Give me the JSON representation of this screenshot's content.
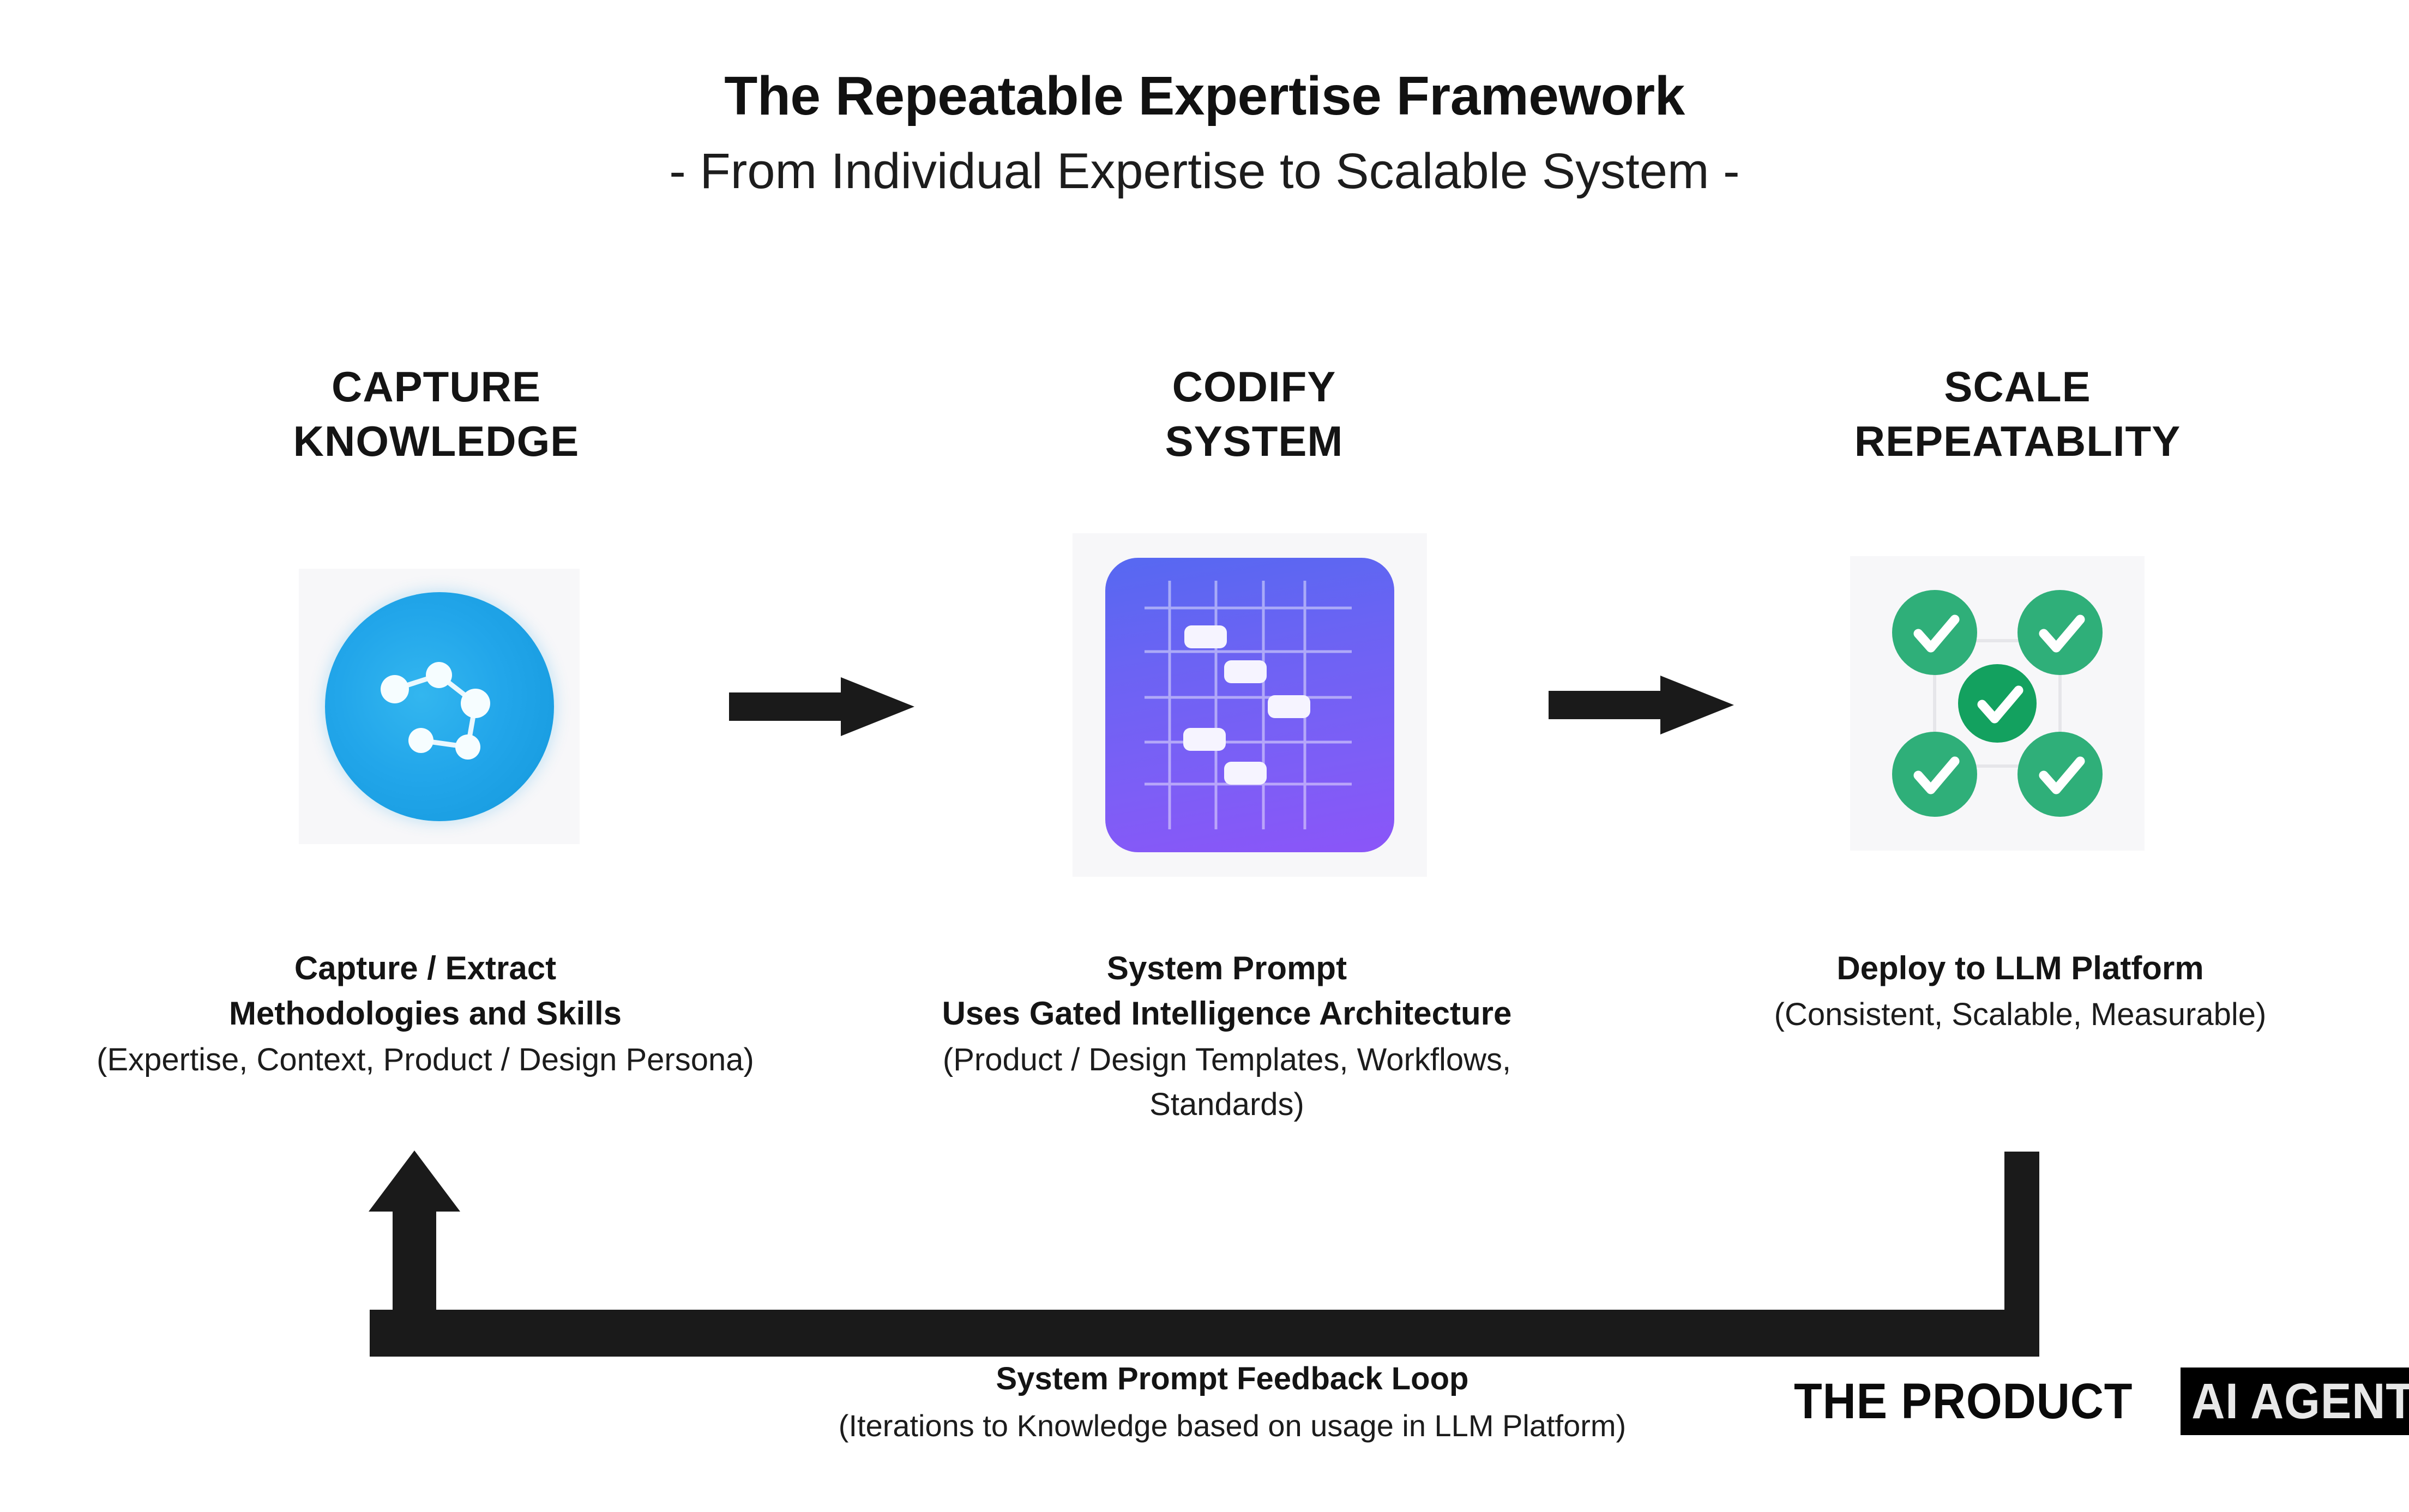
{
  "title": {
    "main": "The Repeatable Expertise Framework",
    "subtitle": "- From Individual Expertise to Scalable System -"
  },
  "stages": [
    {
      "id": "capture",
      "heading": "CAPTURE\nKNOWLEDGE",
      "icon_name": "network-sphere-icon",
      "caption_bold": "Capture / Extract\nMethodologies and Skills",
      "caption_sub": "(Expertise, Context, Product / Design Persona)"
    },
    {
      "id": "codify",
      "heading": "CODIFY\nSYSTEM",
      "icon_name": "purple-grid-card-icon",
      "caption_bold": "System Prompt\nUses Gated Intelligence Architecture",
      "caption_sub": "(Product / Design Templates, Workflows, Standards)"
    },
    {
      "id": "scale",
      "heading": "SCALE\nREPEATABLITY",
      "icon_name": "green-checkmarks-grid-icon",
      "caption_bold": "Deploy to LLM Platform",
      "caption_sub": "(Consistent, Scalable, Measurable)"
    }
  ],
  "arrows": {
    "flow_1_name": "right-arrow-icon",
    "flow_2_name": "right-arrow-icon",
    "feedback_name": "feedback-loop-arrow-icon"
  },
  "feedback": {
    "title": "System Prompt Feedback Loop",
    "subtitle": "(Iterations to Knowledge based on usage in LLM Platform)"
  },
  "brand": {
    "part1": "THE PRODUCT",
    "part2": "AI AGENT"
  },
  "colors": {
    "background": "#ffffff",
    "text": "#141414",
    "arrow": "#1a1a1a",
    "sphere_blue": "#22a6ea",
    "card_purple_top": "#5668f2",
    "card_purple_bottom": "#8b55f8",
    "check_green": "#2faf79",
    "check_green_dark": "#14a05f",
    "icon_well": "#f7f7f9",
    "brand_box": "#000000"
  }
}
